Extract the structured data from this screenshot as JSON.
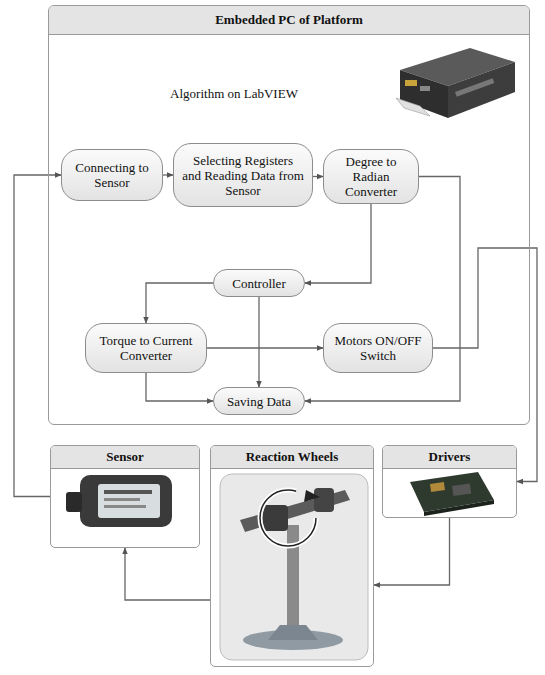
{
  "diagram": {
    "nodes": [
      {
        "text": [
          "Embedded PC of Platform",
          "Algorithm on LabVIEW"
        ]
      },
      {
        "text": [
          "Connecting to Sensor"
        ],
        "in": 0
      },
      {
        "text": [
          "Selecting Registers and Reading Data from Sensor"
        ],
        "in": 0
      },
      {
        "text": [
          "Degree to Radian Converter"
        ],
        "in": 0
      },
      {
        "text": [
          "Controller"
        ],
        "in": 0
      },
      {
        "text": [
          "Torque to Current Converter"
        ],
        "in": 0
      },
      {
        "text": [
          "Motors ON/OFF Switch"
        ],
        "in": 0
      },
      {
        "text": [
          "Saving Data"
        ],
        "in": 0
      },
      {
        "text": [
          "Sensor"
        ]
      },
      {
        "text": [
          "Reaction Wheels"
        ]
      },
      {
        "text": [
          "Drivers"
        ]
      }
    ],
    "edges": [
      {
        "from": 1,
        "to": 2,
        "arrow": "to"
      },
      {
        "from": 2,
        "to": 3,
        "arrow": "to"
      },
      {
        "from": 3,
        "to": 4,
        "arrow": "to"
      },
      {
        "from": 4,
        "to": 5,
        "arrow": "to"
      },
      {
        "from": 4,
        "to": 7,
        "arrow": "to"
      },
      {
        "from": 5,
        "to": 6,
        "arrow": "to"
      },
      {
        "from": 5,
        "to": 7,
        "arrow": "to"
      },
      {
        "from": 3,
        "to": 7,
        "arrow": "to"
      },
      {
        "from": 6,
        "to": 10,
        "arrow": "to"
      },
      {
        "from": 10,
        "to": 9,
        "arrow": "to"
      },
      {
        "from": 9,
        "to": 8,
        "arrow": "to"
      },
      {
        "from": 8,
        "to": 1,
        "arrow": "to"
      }
    ]
  }
}
